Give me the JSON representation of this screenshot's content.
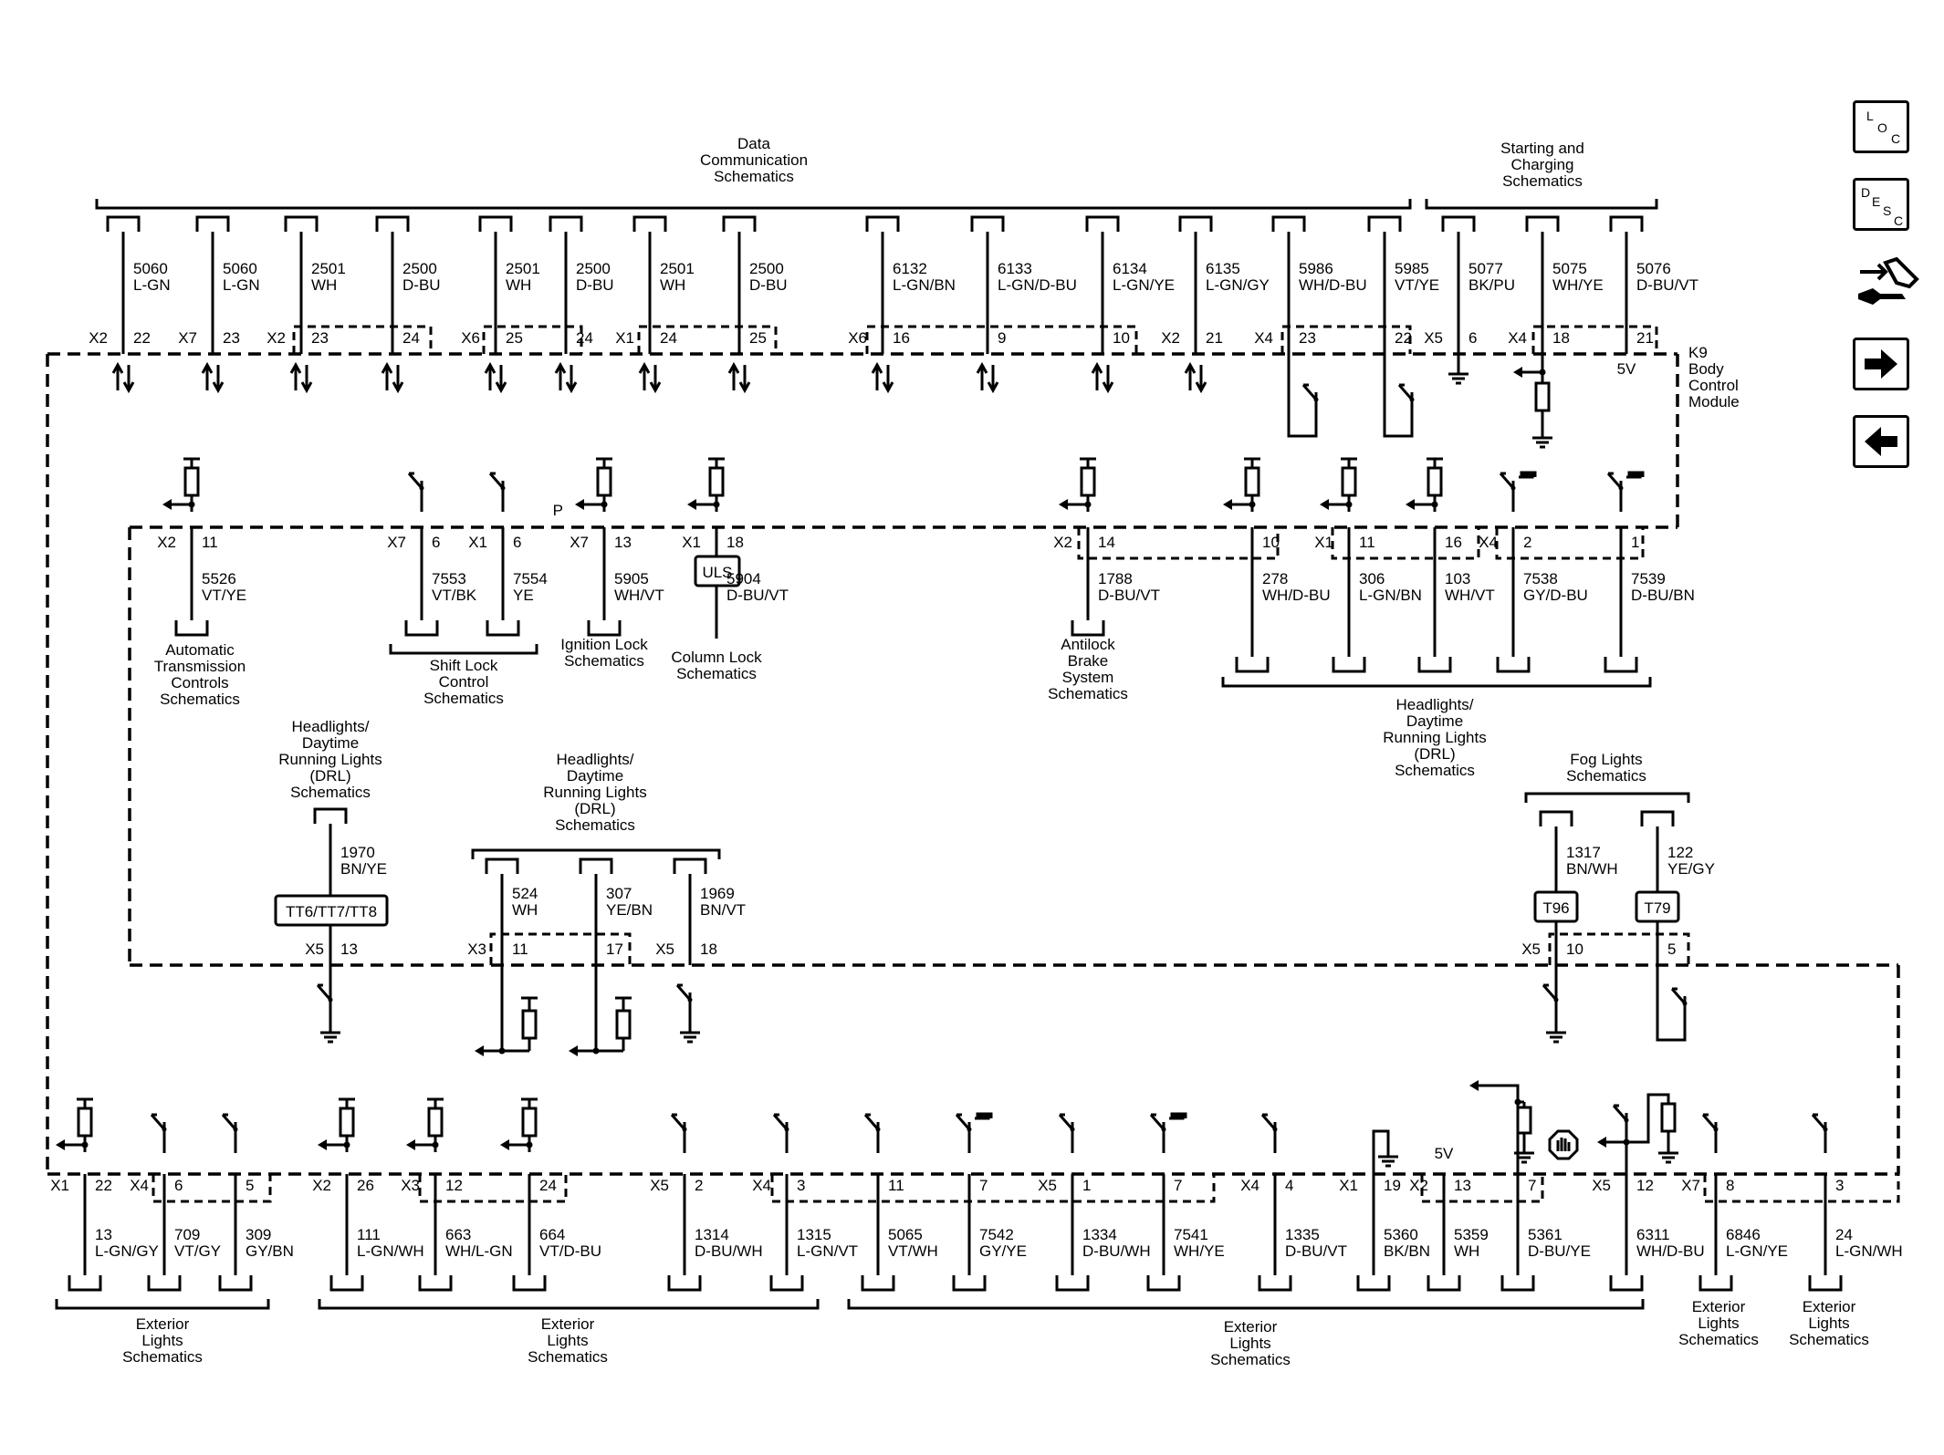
{
  "nav": {
    "loc": [
      "L",
      "O",
      "C"
    ],
    "desc": [
      "D",
      "E",
      "S",
      "C"
    ]
  },
  "module": {
    "name": [
      "K9",
      "Body",
      "Control",
      "Module"
    ]
  },
  "labels": {
    "data_comm": [
      "Data",
      "Communication",
      "Schematics"
    ],
    "starting": [
      "Starting and",
      "Charging",
      "Schematics"
    ],
    "atc": [
      "Automatic",
      "Transmission",
      "Controls",
      "Schematics"
    ],
    "shift": [
      "Shift Lock",
      "Control",
      "Schematics"
    ],
    "ign": [
      "Ignition Lock",
      "Schematics"
    ],
    "col": [
      "Column Lock",
      "Schematics"
    ],
    "abs": [
      "Antilock",
      "Brake",
      "System",
      "Schematics"
    ],
    "drl_right": [
      "Headlights/",
      "Daytime",
      "Running Lights",
      "(DRL)",
      "Schematics"
    ],
    "drl_left": [
      "Headlights/",
      "Daytime",
      "Running Lights",
      "(DRL)",
      "Schematics"
    ],
    "drl_mid": [
      "Headlights/",
      "Daytime",
      "Running Lights",
      "(DRL)",
      "Schematics"
    ],
    "fog": [
      "Fog Lights",
      "Schematics"
    ],
    "ext1": [
      "Exterior",
      "Lights",
      "Schematics"
    ],
    "ext2": [
      "Exterior",
      "Lights",
      "Schematics"
    ],
    "ext3": [
      "Exterior",
      "Lights",
      "Schematics"
    ],
    "ext4": [
      "Exterior",
      "Lights",
      "Schematics"
    ],
    "ext5": [
      "Exterior",
      "Lights",
      "Schematics"
    ],
    "v5_top": "5V",
    "v5_bot": "5V",
    "p_label": "P"
  },
  "boxes": {
    "uls": "ULS",
    "tt": "TT6/TT7/TT8",
    "t96": "T96",
    "t79": "T79"
  },
  "top_row": [
    {
      "conn": "X2",
      "pin": "22",
      "circuit": "5060",
      "color": "L-GN"
    },
    {
      "conn": "X7",
      "pin": "23",
      "circuit": "5060",
      "color": "L-GN"
    },
    {
      "conn": "X2",
      "pin": "23",
      "circuit": "2501",
      "color": "WH"
    },
    {
      "conn": "",
      "pin": "24",
      "circuit": "2500",
      "color": "D-BU"
    },
    {
      "conn": "X6",
      "pin": "25",
      "circuit": "2501",
      "color": "WH"
    },
    {
      "conn": "",
      "pin": "24",
      "circuit": "2500",
      "color": "D-BU"
    },
    {
      "conn": "X1",
      "pin": "24",
      "circuit": "2501",
      "color": "WH"
    },
    {
      "conn": "",
      "pin": "25",
      "circuit": "2500",
      "color": "D-BU"
    },
    {
      "conn": "X6",
      "pin": "16",
      "circuit": "6132",
      "color": "L-GN/BN"
    },
    {
      "conn": "",
      "pin": "9",
      "circuit": "6133",
      "color": "L-GN/D-BU"
    },
    {
      "conn": "",
      "pin": "10",
      "circuit": "6134",
      "color": "L-GN/YE"
    },
    {
      "conn": "X2",
      "pin": "21",
      "circuit": "6135",
      "color": "L-GN/GY"
    },
    {
      "conn": "X4",
      "pin": "23",
      "circuit": "5986",
      "color": "WH/D-BU"
    },
    {
      "conn": "",
      "pin": "22",
      "circuit": "5985",
      "color": "VT/YE"
    },
    {
      "conn": "X5",
      "pin": "6",
      "circuit": "5077",
      "color": "BK/PU"
    },
    {
      "conn": "X4",
      "pin": "18",
      "circuit": "5075",
      "color": "WH/YE"
    },
    {
      "conn": "",
      "pin": "21",
      "circuit": "5076",
      "color": "D-BU/VT"
    }
  ],
  "mid_row": [
    {
      "conn": "X2",
      "pin": "11",
      "circuit": "5526",
      "color": "VT/YE"
    },
    {
      "conn": "X7",
      "pin": "6",
      "circuit": "7553",
      "color": "VT/BK"
    },
    {
      "conn": "X1",
      "pin": "6",
      "circuit": "7554",
      "color": "YE"
    },
    {
      "conn": "X7",
      "pin": "13",
      "circuit": "5905",
      "color": "WH/VT"
    },
    {
      "conn": "X1",
      "pin": "18",
      "circuit": "5904",
      "color": "D-BU/VT"
    },
    {
      "conn": "X2",
      "pin": "14",
      "circuit": "1788",
      "color": "D-BU/VT"
    },
    {
      "conn": "",
      "pin": "10",
      "circuit": "278",
      "color": "WH/D-BU"
    },
    {
      "conn": "X1",
      "pin": "11",
      "circuit": "306",
      "color": "L-GN/BN"
    },
    {
      "conn": "",
      "pin": "16",
      "circuit": "103",
      "color": "WH/VT"
    },
    {
      "conn": "X4",
      "pin": "2",
      "circuit": "7538",
      "color": "GY/D-BU"
    },
    {
      "conn": "",
      "pin": "1",
      "circuit": "7539",
      "color": "D-BU/BN"
    }
  ],
  "low_row": [
    {
      "conn": "X5",
      "pin": "13",
      "circuit": "1970",
      "color": "BN/YE"
    },
    {
      "conn": "X3",
      "pin": "11",
      "circuit": "524",
      "color": "WH"
    },
    {
      "conn": "",
      "pin": "17",
      "circuit": "307",
      "color": "YE/BN"
    },
    {
      "conn": "X5",
      "pin": "18",
      "circuit": "1969",
      "color": "BN/VT"
    },
    {
      "conn": "X5",
      "pin": "10",
      "circuit": "1317",
      "color": "BN/WH"
    },
    {
      "conn": "",
      "pin": "5",
      "circuit": "122",
      "color": "YE/GY"
    }
  ],
  "bot_row": [
    {
      "conn": "X1",
      "pin": "22",
      "circuit": "13",
      "color": "L-GN/GY"
    },
    {
      "conn": "X4",
      "pin": "6",
      "circuit": "709",
      "color": "VT/GY"
    },
    {
      "conn": "",
      "pin": "5",
      "circuit": "309",
      "color": "GY/BN"
    },
    {
      "conn": "X2",
      "pin": "26",
      "circuit": "111",
      "color": "L-GN/WH"
    },
    {
      "conn": "X3",
      "pin": "12",
      "circuit": "663",
      "color": "WH/L-GN"
    },
    {
      "conn": "",
      "pin": "24",
      "circuit": "664",
      "color": "VT/D-BU"
    },
    {
      "conn": "X5",
      "pin": "2",
      "circuit": "1314",
      "color": "D-BU/WH"
    },
    {
      "conn": "X4",
      "pin": "3",
      "circuit": "1315",
      "color": "L-GN/VT"
    },
    {
      "conn": "",
      "pin": "11",
      "circuit": "5065",
      "color": "VT/WH"
    },
    {
      "conn": "",
      "pin": "7",
      "circuit": "7542",
      "color": "GY/YE"
    },
    {
      "conn": "X5",
      "pin": "1",
      "circuit": "1334",
      "color": "D-BU/WH"
    },
    {
      "conn": "",
      "pin": "7",
      "circuit": "7541",
      "color": "WH/YE"
    },
    {
      "conn": "X4",
      "pin": "4",
      "circuit": "1335",
      "color": "D-BU/VT"
    },
    {
      "conn": "X1",
      "pin": "19",
      "circuit": "5360",
      "color": "BK/BN"
    },
    {
      "conn": "X2",
      "pin": "13",
      "circuit": "5359",
      "color": "WH"
    },
    {
      "conn": "",
      "pin": "7",
      "circuit": "5361",
      "color": "D-BU/YE"
    },
    {
      "conn": "X5",
      "pin": "12",
      "circuit": "6311",
      "color": "WH/D-BU"
    },
    {
      "conn": "X7",
      "pin": "8",
      "circuit": "6846",
      "color": "L-GN/YE"
    },
    {
      "conn": "",
      "pin": "3",
      "circuit": "24",
      "color": "L-GN/WH"
    }
  ]
}
